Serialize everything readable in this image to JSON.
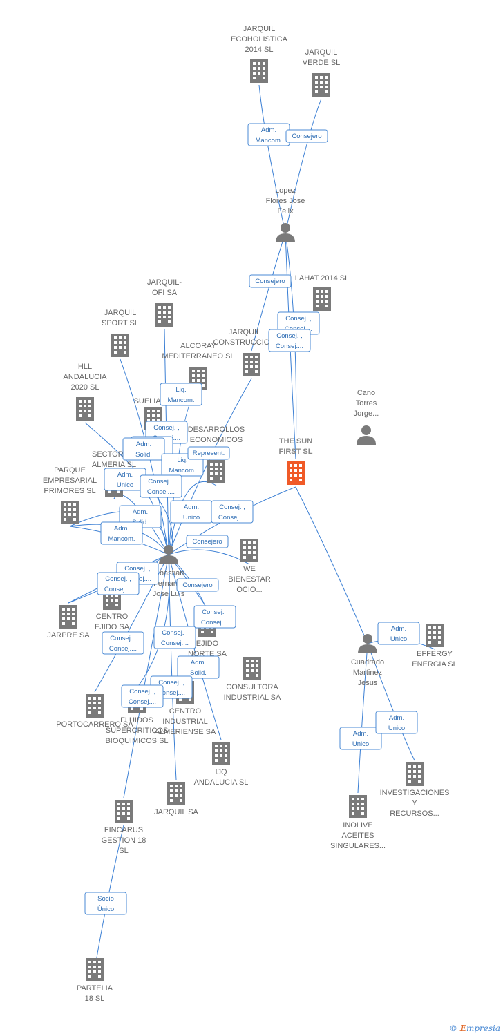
{
  "colors": {
    "edge": "#3b7fd4",
    "company": "#7a7a7a",
    "main_company": "#f05a28",
    "person": "#7a7a7a"
  },
  "footer": {
    "copyright": "©",
    "brand_e": "E",
    "brand_rest": "mpresia"
  },
  "companies": [
    {
      "id": "jarquil_eco",
      "lines": [
        "JARQUIL",
        "ECOHOLISTICA",
        "2014  SL"
      ]
    },
    {
      "id": "jarquil_verde",
      "lines": [
        "JARQUIL",
        "VERDE SL"
      ]
    },
    {
      "id": "lahat",
      "lines": [
        "LAHAT 2014  SL"
      ]
    },
    {
      "id": "jarquil_constr",
      "lines": [
        "JARQUIL",
        "CONSTRUCCIO..."
      ]
    },
    {
      "id": "jarquil_ofi",
      "lines": [
        "JARQUIL-",
        "OFI SA"
      ]
    },
    {
      "id": "jarquil_sport",
      "lines": [
        "JARQUIL",
        "SPORT SL"
      ]
    },
    {
      "id": "alcoray",
      "lines": [
        "ALCORAY",
        "MEDITERRANEO SL"
      ]
    },
    {
      "id": "hll",
      "lines": [
        "HLL",
        "ANDALUCIA",
        "2020  SL"
      ]
    },
    {
      "id": "suelia",
      "lines": [
        "SUELIA 1..."
      ]
    },
    {
      "id": "sector",
      "lines": [
        "SECTOR 1...",
        "ALMERIA SL"
      ]
    },
    {
      "id": "desarrollos",
      "lines": [
        "DESARROLLOS",
        "ECONOMICOS"
      ]
    },
    {
      "id": "the_sun",
      "lines": [
        "THE SUN",
        "FIRST  SL"
      ],
      "main": true
    },
    {
      "id": "parque",
      "lines": [
        "PARQUE",
        "EMPRESARIAL",
        "PRIMORES SL"
      ]
    },
    {
      "id": "we",
      "lines": [
        "WE",
        "BIENESTAR",
        "OCIO..."
      ]
    },
    {
      "id": "jarpre",
      "lines": [
        "JARPRE SA"
      ]
    },
    {
      "id": "centro_ejido",
      "lines": [
        "CENTRO",
        "EJIDO SA"
      ]
    },
    {
      "id": "ejido_norte",
      "lines": [
        "EJIDO",
        "NORTE SA"
      ]
    },
    {
      "id": "consultora",
      "lines": [
        "CONSULTORA",
        "INDUSTRIAL SA"
      ]
    },
    {
      "id": "effergy",
      "lines": [
        "EFFERGY",
        "ENERGIA SL"
      ]
    },
    {
      "id": "portocarrero",
      "lines": [
        "PORTOCARRERO SA"
      ]
    },
    {
      "id": "fluidos",
      "lines": [
        "FLUIDOS",
        "SUPERCRITICOS",
        "BIOQUIMICOS SL"
      ]
    },
    {
      "id": "centro_ind",
      "lines": [
        "CENTRO",
        "INDUSTRIAL",
        "ALMERIENSE SA"
      ]
    },
    {
      "id": "ijq",
      "lines": [
        "IJQ",
        "ANDALUCIA  SL"
      ]
    },
    {
      "id": "investigaciones",
      "lines": [
        "INVESTIGACIONES",
        "Y",
        "RECURSOS..."
      ]
    },
    {
      "id": "jarquil_sa",
      "lines": [
        "JARQUIL SA"
      ]
    },
    {
      "id": "inolive",
      "lines": [
        "INOLIVE",
        "ACEITES",
        "SINGULARES..."
      ]
    },
    {
      "id": "fincarus",
      "lines": [
        "FINCARUS",
        "GESTION 18",
        "SL"
      ]
    },
    {
      "id": "partelia",
      "lines": [
        "PARTELIA",
        "18  SL"
      ]
    }
  ],
  "persons": [
    {
      "id": "lopez",
      "lines": [
        "Lopez",
        "Flores Jose",
        "Felix"
      ]
    },
    {
      "id": "cano",
      "lines": [
        "Cano",
        "Torres",
        "Jorge..."
      ]
    },
    {
      "id": "sebastian",
      "lines": [
        "...bastian",
        "Fernan...",
        "Jose Luis"
      ]
    },
    {
      "id": "cuadrado",
      "lines": [
        "Cuadrado",
        "Martinez",
        "Jesus"
      ]
    }
  ],
  "edge_labels": [
    [
      "Adm.",
      "Mancom."
    ],
    [
      "Consejero"
    ],
    [
      "Consejero"
    ],
    [
      "Consej. ,",
      "Consej...."
    ],
    [
      "Consej. ,",
      "Consej...."
    ],
    [
      "Consej. ,",
      "Consej...."
    ],
    [
      "Liq.",
      "Mancom."
    ],
    [
      "Consej. ,",
      "Consej...."
    ],
    [
      "Adm.",
      "Solid."
    ],
    [
      "Liq.",
      "Mancom."
    ],
    [
      "Represent."
    ],
    [
      "Adm.",
      "Unico"
    ],
    [
      "Consej. ,",
      "Consej...."
    ],
    [
      "Adm.",
      "Unico"
    ],
    [
      "Consej. ,",
      "Consej...."
    ],
    [
      "Adm.",
      "Solid."
    ],
    [
      "Consejero"
    ],
    [
      "Adm.",
      "Mancom."
    ],
    [
      "Consej. ,",
      "Consej...."
    ],
    [
      "Consej. ,",
      "Consej...."
    ],
    [
      "Consejero"
    ],
    [
      "Consej. ,",
      "Consej...."
    ],
    [
      "Consej. ,",
      "Consej...."
    ],
    [
      "Consej. ,",
      "Consej...."
    ],
    [
      "Adm.",
      "Solid."
    ],
    [
      "Consej. ,",
      "Consej...."
    ],
    [
      "Consej. ,",
      "Consej...."
    ],
    [
      "Adm.",
      "Unico"
    ],
    [
      "Adm.",
      "Unico"
    ],
    [
      "Adm.",
      "Unico"
    ],
    [
      "Socio",
      "Único"
    ]
  ]
}
